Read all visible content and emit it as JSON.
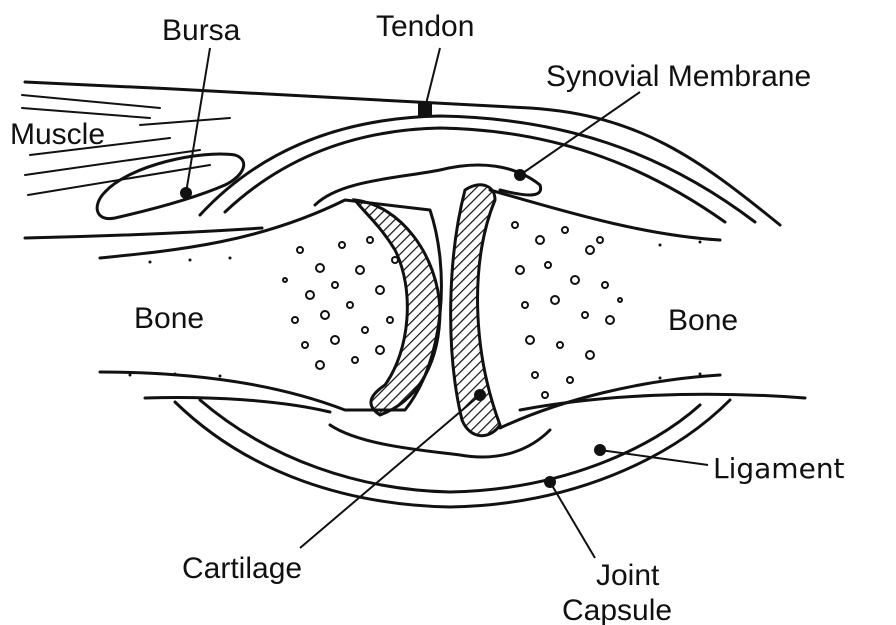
{
  "labels": {
    "bursa": "Bursa",
    "tendon": "Tendon",
    "synovial_membrane": "Synovial Membrane",
    "muscle": "Muscle",
    "bone_left": "Bone",
    "bone_right": "Bone",
    "ligament": "Ligament",
    "cartilage": "Cartilage",
    "joint_line1": "Joint",
    "joint_line2": "Capsule"
  },
  "colors": {
    "ink": "#111111",
    "background": "#ffffff"
  }
}
